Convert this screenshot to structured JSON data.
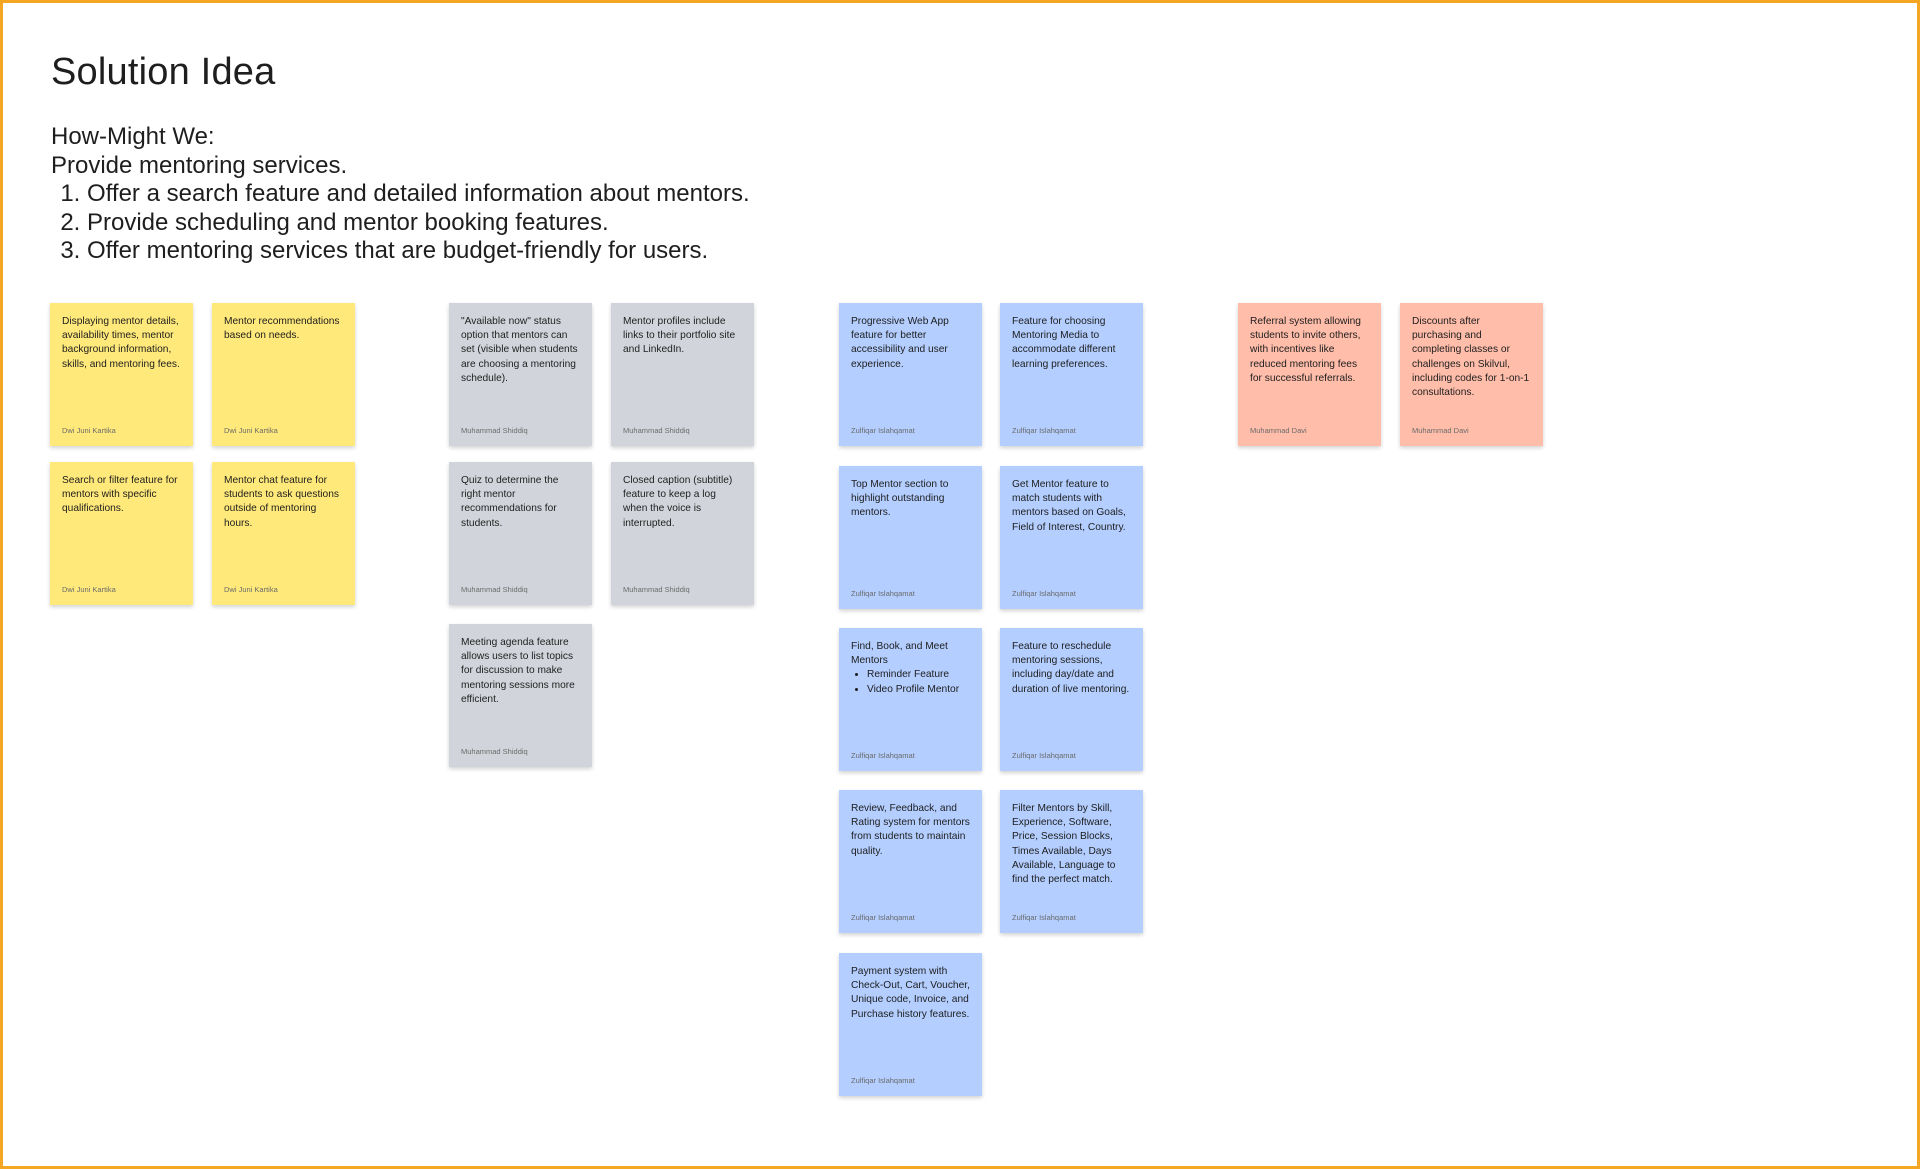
{
  "board": {
    "title": "Solution Idea",
    "hmw": {
      "heading": "How-Might We:",
      "subheading": "Provide mentoring services.",
      "items": [
        "Offer a search feature and detailed information about mentors.",
        "Provide scheduling and mentor booking features.",
        "Offer mentoring services that are budget-friendly for users."
      ]
    }
  },
  "colors": {
    "frame_border": "#f5a623",
    "yellow": "#ffe97a",
    "gray": "#d1d5db",
    "blue": "#b3ceff",
    "salmon": "#ffbdaa"
  },
  "notes": {
    "yellow": [
      {
        "text": "Displaying mentor details, availability times, mentor background information, skills, and mentoring fees.",
        "author": "Dwi Juni Kartika"
      },
      {
        "text": "Mentor recommendations based on needs.",
        "author": "Dwi Juni Kartika"
      },
      {
        "text": "Search or filter feature for mentors with specific qualifications.",
        "author": "Dwi Juni Kartika"
      },
      {
        "text": "Mentor chat feature for students to ask questions outside of mentoring hours.",
        "author": "Dwi Juni Kartika"
      }
    ],
    "gray": [
      {
        "text": "\"Available now\" status option that mentors can set (visible when students are choosing a mentoring schedule).",
        "author": "Muhammad Shiddiq"
      },
      {
        "text": "Mentor profiles include links to their portfolio site and LinkedIn.",
        "author": "Muhammad Shiddiq"
      },
      {
        "text": "Quiz to determine the right mentor recommendations for students.",
        "author": "Muhammad Shiddiq"
      },
      {
        "text": "Closed caption (subtitle) feature to keep a log when the voice is interrupted.",
        "author": "Muhammad Shiddiq"
      },
      {
        "text": "Meeting agenda feature allows users to list topics for discussion to make mentoring sessions more efficient.",
        "author": "Muhammad Shiddiq"
      }
    ],
    "blue": [
      {
        "text": "Progressive Web App feature for better accessibility and user experience.",
        "author": "Zulfiqar Islahqamat"
      },
      {
        "text": "Feature for choosing Mentoring Media to accommodate different learning preferences.",
        "author": "Zulfiqar Islahqamat"
      },
      {
        "text": "Top Mentor section to highlight outstanding mentors.",
        "author": "Zulfiqar Islahqamat"
      },
      {
        "text": "Get Mentor feature to match students with mentors based on Goals, Field of Interest, Country.",
        "author": "Zulfiqar Islahqamat"
      },
      {
        "text": "Find, Book, and Meet Mentors",
        "bullets": [
          "Reminder Feature",
          "Video Profile Mentor"
        ],
        "author": "Zulfiqar Islahqamat"
      },
      {
        "text": "Feature to reschedule mentoring sessions, including day/date and duration of live mentoring.",
        "author": "Zulfiqar Islahqamat"
      },
      {
        "text": "Review, Feedback, and Rating system for mentors from students to maintain quality.",
        "author": "Zulfiqar Islahqamat"
      },
      {
        "text": "Filter Mentors by Skill, Experience, Software, Price, Session Blocks, Times Available, Days Available, Language to find the perfect match.",
        "author": "Zulfiqar Islahqamat"
      },
      {
        "text": "Payment system with Check-Out, Cart, Voucher, Unique code, Invoice, and Purchase history features.",
        "author": "Zulfiqar Islahqamat"
      }
    ],
    "salmon": [
      {
        "text": "Referral system allowing students to invite others, with incentives like reduced mentoring fees for successful referrals.",
        "author": "Muhammad Davi"
      },
      {
        "text": "Discounts after purchasing and completing classes or challenges on Skilvul, including codes for 1-on-1 consultations.",
        "author": "Muhammad Davi"
      }
    ]
  }
}
